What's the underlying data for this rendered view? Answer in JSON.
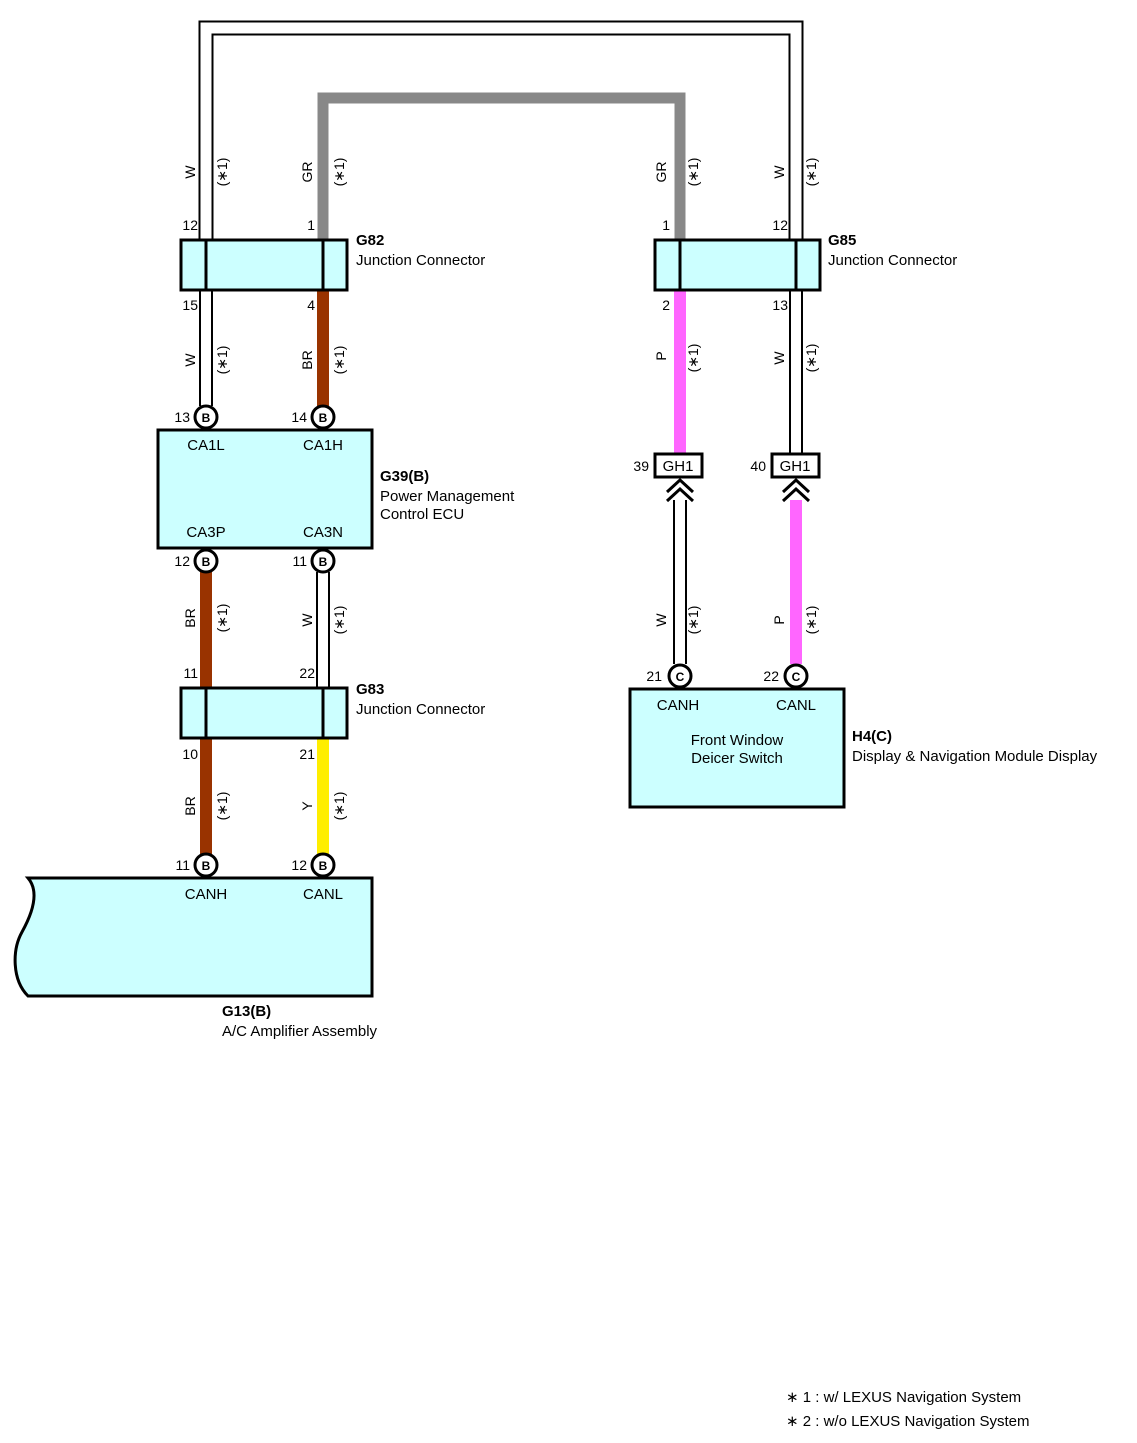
{
  "colors": {
    "W": "#ffffff",
    "GR": "#888888",
    "BR": "#993300",
    "P": "#ff66ff",
    "Y": "#ffee00",
    "component_fill": "#ccffff",
    "outline": "#000000"
  },
  "wire_labels": {
    "w": "W",
    "gr": "GR",
    "br": "BR",
    "p": "P",
    "y": "Y",
    "note1": "(∗1)"
  },
  "components": {
    "g82": {
      "code": "G82",
      "name": "Junction Connector",
      "pins": {
        "top_w": "12",
        "top_gr": "1",
        "bot_w": "15",
        "bot_br": "4"
      }
    },
    "g85": {
      "code": "G85",
      "name": "Junction Connector",
      "pins": {
        "top_gr": "1",
        "top_w": "12",
        "bot_p": "2",
        "bot_w": "13"
      }
    },
    "g39": {
      "code": "G39(B)",
      "name1": "Power Management",
      "name2": "Control ECU",
      "pins": {
        "ca1l": "13",
        "ca1h": "14",
        "ca3p": "12",
        "ca3n": "11"
      },
      "terminals": {
        "ca1l": "CA1L",
        "ca1h": "CA1H",
        "ca3p": "CA3P",
        "ca3n": "CA3N"
      },
      "connector": "B"
    },
    "g83": {
      "code": "G83",
      "name": "Junction Connector",
      "pins": {
        "top_br": "11",
        "top_w": "22",
        "bot_br": "10",
        "bot_y": "21"
      }
    },
    "g13": {
      "code": "G13(B)",
      "name": "A/C Amplifier Assembly",
      "pins": {
        "canh": "11",
        "canl": "12"
      },
      "terminals": {
        "canh": "CANH",
        "canl": "CANL"
      },
      "connector": "B"
    },
    "gh1": {
      "code": "GH1",
      "pins": {
        "left": "39",
        "right": "40"
      }
    },
    "h4": {
      "code": "H4(C)",
      "name": "Display & Navigation Module Display",
      "inner1": "Front Window",
      "inner2": "Deicer Switch",
      "pins": {
        "canh": "21",
        "canl": "22"
      },
      "terminals": {
        "canh": "CANH",
        "canl": "CANL"
      },
      "connector": "C"
    }
  },
  "notes": [
    "∗ 1 : w/ LEXUS Navigation System",
    "∗ 2 : w/o LEXUS Navigation System"
  ]
}
